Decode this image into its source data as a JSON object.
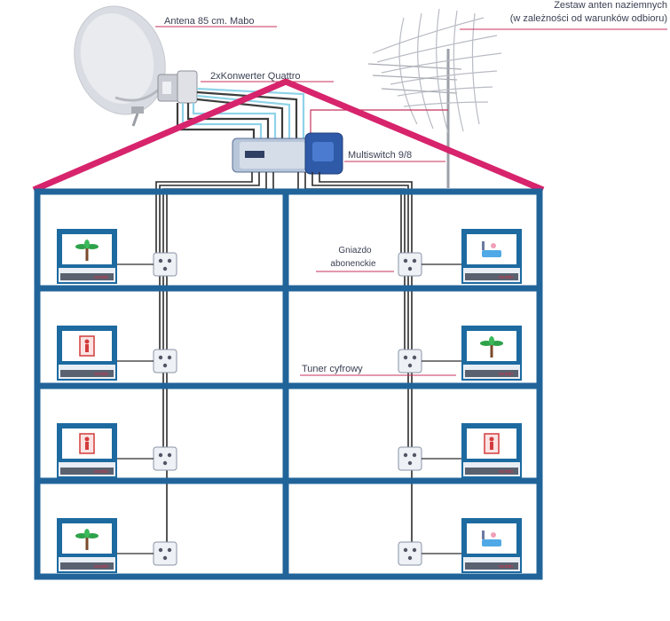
{
  "labels": {
    "dish": "Antena 85 cm. Mabo",
    "terrestrial_line1": "Zestaw anten naziemnych",
    "terrestrial_line2": "(w zależności od warunków odbioru)",
    "converter": "2xKonwerter Quattro",
    "multiswitch": "Multiswitch 9/8",
    "outlet_line1": "Gniazdo",
    "outlet_line2": "abonenckie",
    "tuner": "Tuner cyfrowy"
  },
  "tv_brand": "ocrsido",
  "colors": {
    "roof": "#d7246c",
    "walls": "#21649a",
    "label_line": "#c8325e",
    "cable": "#2c2c2c",
    "tv_frame": "#1d6aa0"
  },
  "tvs": [
    {
      "side": "left",
      "floor": 1,
      "icon": "palm-icon"
    },
    {
      "side": "right",
      "floor": 1,
      "icon": "bath-icon"
    },
    {
      "side": "left",
      "floor": 2,
      "icon": "person-icon"
    },
    {
      "side": "right",
      "floor": 2,
      "icon": "palm-icon"
    },
    {
      "side": "left",
      "floor": 3,
      "icon": "person-icon"
    },
    {
      "side": "right",
      "floor": 3,
      "icon": "person-icon"
    },
    {
      "side": "left",
      "floor": 4,
      "icon": "palm-icon"
    },
    {
      "side": "right",
      "floor": 4,
      "icon": "bath-icon"
    }
  ]
}
